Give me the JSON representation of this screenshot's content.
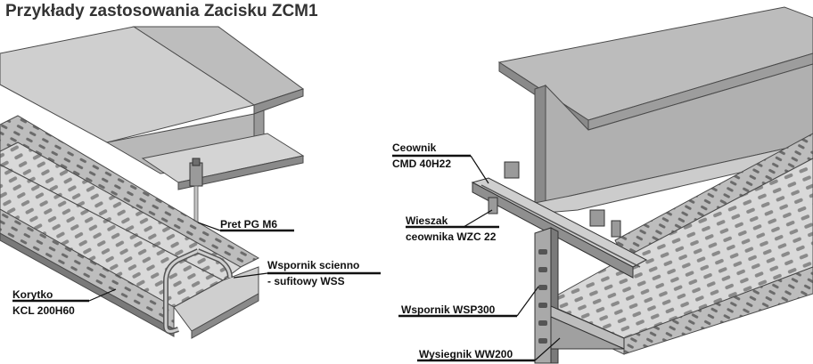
{
  "title": "Przykłady zastosowania Zacisku ZCM1",
  "labels": {
    "pret": "Pret PG M6",
    "wspornik_scienno_1": "Wspornik scienno",
    "wspornik_scienno_2": "- sufitowy WSS",
    "korytko_1": "Korytko",
    "korytko_2": "KCL 200H60",
    "ceownik_1": "Ceownik",
    "ceownik_2": "CMD 40H22",
    "wieszak_1": "Wieszak",
    "wieszak_2": "ceownika WZC 22",
    "wspornik_wsp": "Wspornik WSP300",
    "wysiegnik": "Wysiegnik WW200"
  },
  "colors": {
    "steel_light": "#d6d6d6",
    "steel_mid": "#a8a8a8",
    "steel_dark": "#6e6e6e",
    "outline": "#4a4a4a",
    "leader": "#111111"
  }
}
